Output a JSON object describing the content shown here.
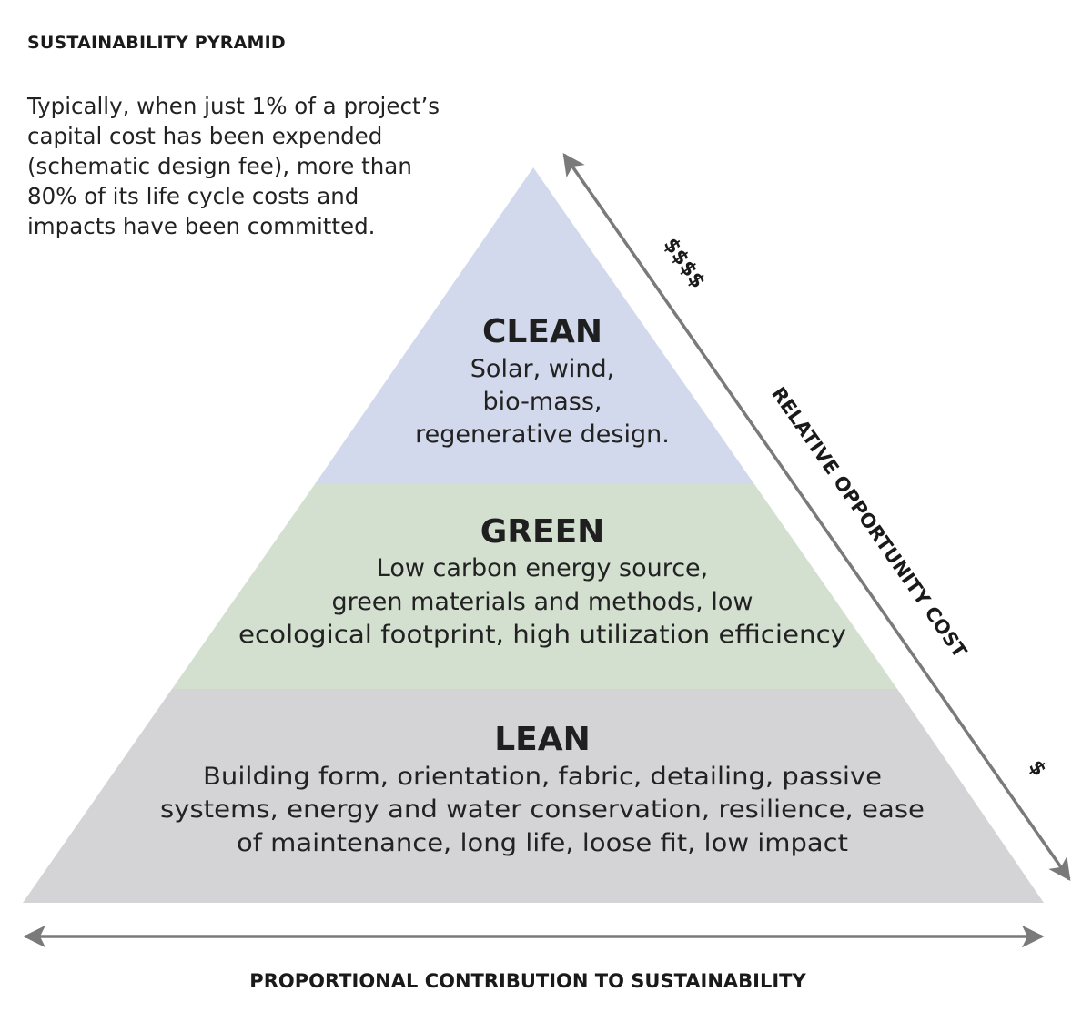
{
  "header": {
    "title": "SUSTAINABILITY PYRAMID",
    "intro_lines": [
      "Typically, when just 1% of a project’s",
      "capital cost has been expended",
      "(schematic design fee), more than",
      "80% of its life cycle costs and",
      "impacts have been committed."
    ]
  },
  "pyramid": {
    "tiers": [
      {
        "name": "CLEAN",
        "color": "#d3d9ec",
        "lines": [
          "Solar, wind,",
          "bio-mass,",
          "regenerative design."
        ]
      },
      {
        "name": "GREEN",
        "color": "#d3e0d0",
        "lines": [
          "Low carbon energy source,",
          "green materials and methods, low",
          "ecological footprint, high utilization efficiency"
        ]
      },
      {
        "name": "LEAN",
        "color": "#d4d4d6",
        "lines": [
          "Building form, orientation, fabric, detailing, passive",
          "systems, energy and water conservation, resilience, ease",
          "of maintenance, long life, loose fit, low impact"
        ]
      }
    ]
  },
  "axes": {
    "diagonal_label": "RELATIVE OPPORTUNITY COST",
    "high_cost": "$$$$",
    "low_cost": "$",
    "bottom_label": "PROPORTIONAL CONTRIBUTION TO SUSTAINABILITY",
    "arrow_color": "#7a7a7a"
  }
}
